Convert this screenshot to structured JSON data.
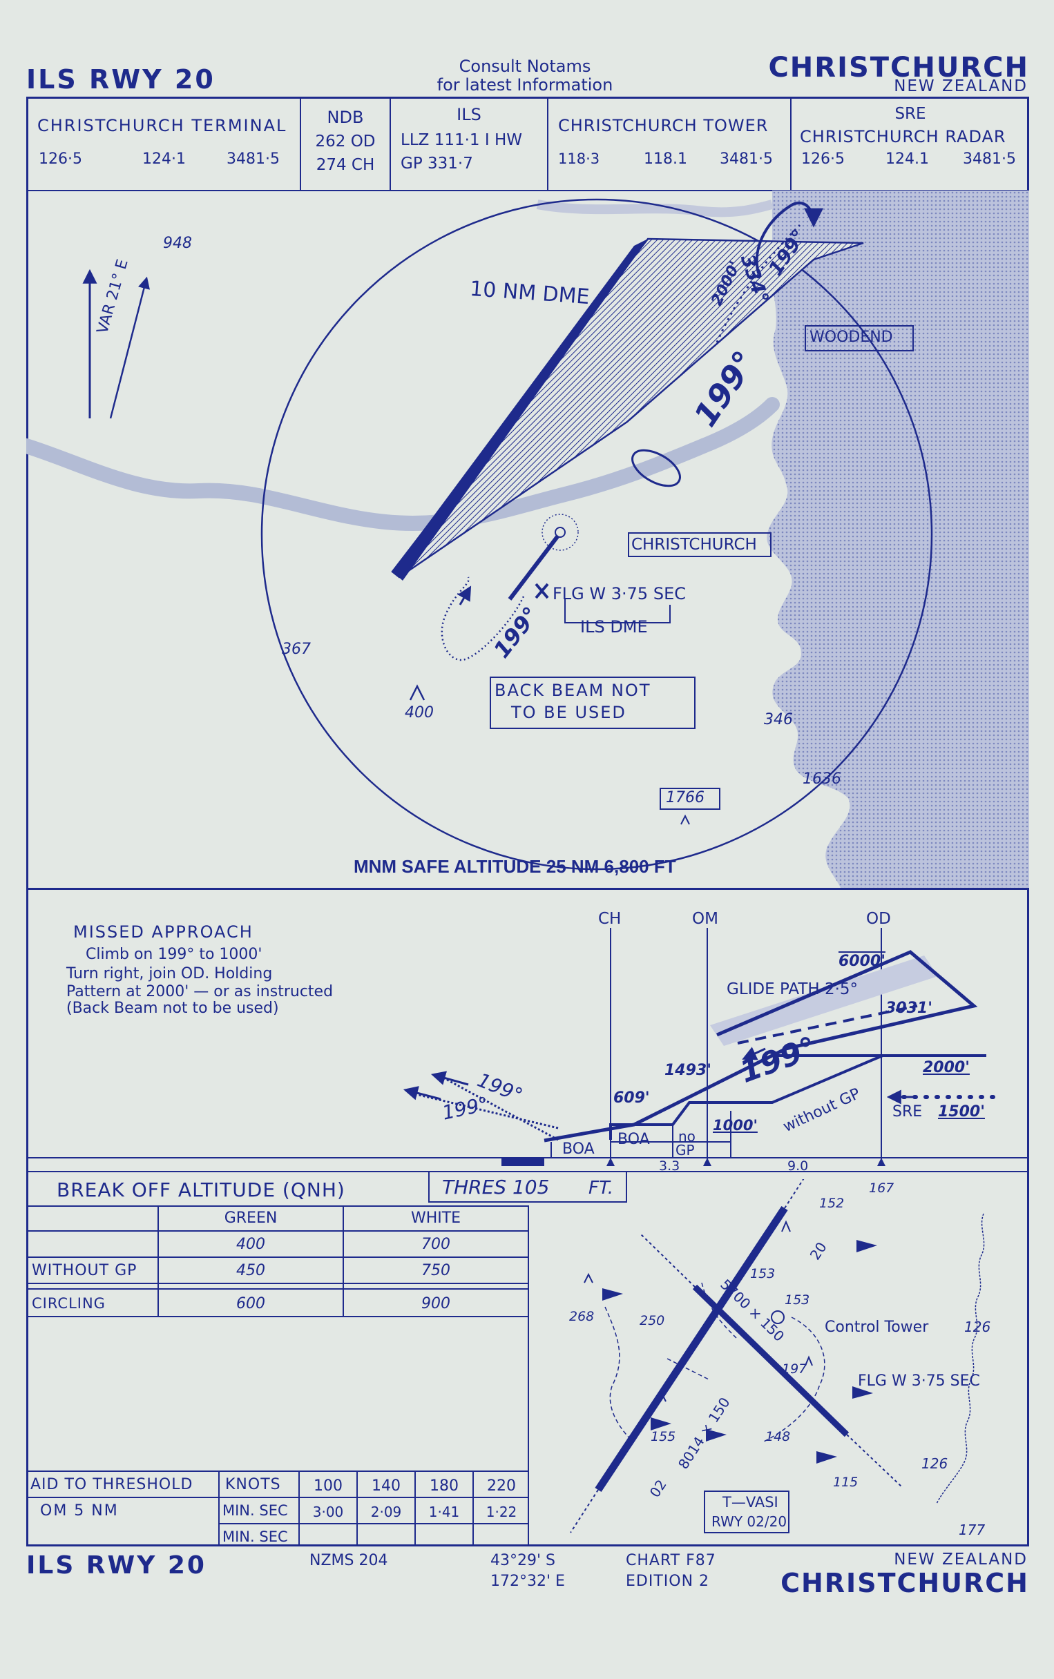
{
  "header": {
    "title_left": "ILS RWY 20",
    "notams_line1": "Consult Notams",
    "notams_line2": "for latest Information",
    "title_right": "CHRISTCHURCH",
    "subtitle_right": "NEW ZEALAND"
  },
  "comms": {
    "terminal": {
      "name": "CHRISTCHURCH TERMINAL",
      "freqs": [
        "126·5",
        "124·1",
        "3481·5"
      ]
    },
    "ndb": {
      "name": "NDB",
      "lines": [
        "262 OD",
        "274 CH"
      ]
    },
    "ils": {
      "name": "ILS",
      "lines": [
        "LLZ 111·1 I HW",
        "GP 331·7"
      ]
    },
    "tower": {
      "name": "CHRISTCHURCH TOWER",
      "freqs": [
        "118·3",
        "118.1",
        "3481·5"
      ]
    },
    "radar": {
      "name1": "SRE",
      "name2": "CHRISTCHURCH RADAR",
      "freqs": [
        "126·5",
        "124.1",
        "3481·5"
      ]
    }
  },
  "plan": {
    "elev_948": "948",
    "var": "VAR 21° E",
    "dme_arc": "10 NM DME",
    "woodend": "WOODEND",
    "christchurch": "CHRISTCHURCH",
    "flg": "FLG W 3·75 SEC",
    "ils_dme": "ILS DME",
    "back_beam_1": "BACK BEAM NOT",
    "back_beam_2": "TO BE USED",
    "elev_367": "367",
    "elev_400": "400",
    "elev_346": "346",
    "elev_1636": "1636",
    "elev_1766": "1766",
    "msa": "MNM SAFE ALTITUDE 25 NM 6,800 FT",
    "inbound": "199°",
    "outbound": "334°",
    "alt_2000": "2000'",
    "turn_199": "199°",
    "ils_199": "199°"
  },
  "profile": {
    "missed_title": "MISSED APPROACH",
    "missed_1": "Climb on 199° to 1000'",
    "missed_2": "Turn right, join OD. Holding",
    "missed_3": "Pattern at 2000' — or as instructed",
    "missed_4": "(Back Beam not to be used)",
    "ch": "CH",
    "om": "OM",
    "od": "OD",
    "alt_6000": "6000'",
    "glide_path": "GLIDE PATH 2·5°",
    "alt_3031": "3031'",
    "alt_1493": "1493'",
    "course_199": "199°",
    "alt_2000": "2000'",
    "without_gp": "without GP",
    "alt_609": "609'",
    "alt_1000": "1000'",
    "sre": "SRE",
    "alt_1500": "1500'",
    "ma_199_a": "199°",
    "ma_199_b": "199°",
    "boa1": "BOA",
    "boa2": "BOA",
    "no_gp_1": "no",
    "no_gp_2": "GP",
    "dist_33": "3.3",
    "dist_90": "9.0"
  },
  "minima": {
    "title": "BREAK OFF ALTITUDE (QNH)",
    "thres": "THRES 105",
    "ft": "FT.",
    "cols": [
      "GREEN",
      "WHITE"
    ],
    "rows": [
      {
        "label": "",
        "values": [
          "400",
          "700"
        ]
      },
      {
        "label": "WITHOUT GP",
        "values": [
          "450",
          "750"
        ]
      },
      {
        "label": "CIRCLING",
        "values": [
          "600",
          "900"
        ]
      }
    ]
  },
  "aid": {
    "label1": "AID TO THRESHOLD",
    "label2": "OM 5 NM",
    "knots": "KNOTS",
    "minsec": "MIN. SEC",
    "minsec2": "MIN. SEC",
    "speeds": [
      "100",
      "140",
      "180",
      "220"
    ],
    "times": [
      "3·00",
      "2·09",
      "1·41",
      "1·22"
    ]
  },
  "airport": {
    "e167": "167",
    "e152": "152",
    "e153a": "153",
    "e153b": "153",
    "e268": "268",
    "e250": "250",
    "rwy_5700": "5700 × 150",
    "rwy_8014": "8014 × 150",
    "tower": "Control Tower",
    "flg": "FLG W 3·75 SEC",
    "e197": "197",
    "e126a": "126",
    "e126b": "126",
    "e155": "155",
    "e148": "148",
    "e115": "115",
    "e177": "177",
    "rwy_20": "20",
    "rwy_02": "02",
    "tvasi_1": "T—VASI",
    "tvasi_2": "RWY 02/20"
  },
  "footer": {
    "title_left": "ILS RWY 20",
    "nzms": "NZMS 204",
    "lat": "43°29' S",
    "lon": "172°32' E",
    "chart": "CHART F87",
    "edition": "EDITION 2",
    "country": "NEW ZEALAND",
    "city": "CHRISTCHURCH"
  },
  "colors": {
    "ink": "#1e2a8c",
    "paper": "#e3e8e4",
    "sea": "#b7bfd8"
  }
}
